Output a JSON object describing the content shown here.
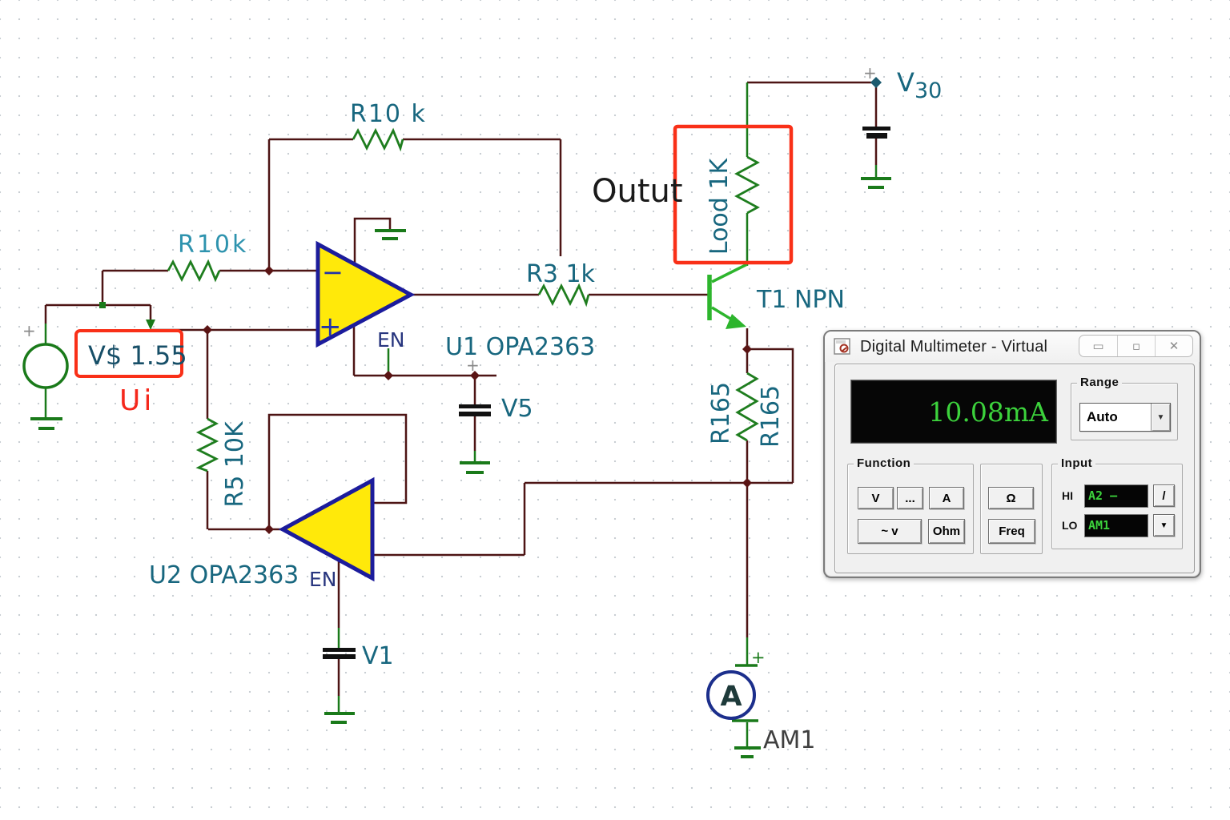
{
  "colors": {
    "wire": "#4d1414",
    "component_green": "#1e7d1e",
    "transistor_green": "#2db52d",
    "label_teal": "#18677f",
    "label_cyan": "#2e93ae",
    "annotation_red": "#f93018",
    "opamp_fill": "#ffe90a",
    "opamp_border": "#1c1c9c",
    "display_green": "#3cd23c",
    "ammeter_navy": "#1c2f8c"
  },
  "schematic": {
    "source": {
      "value": "V$ 1.55",
      "name": "Ui"
    },
    "resistors": {
      "input": "R10k",
      "feedback": "R10 k",
      "r3": "R3 1k",
      "r5": "R5 10K",
      "r165_left": "R165",
      "r165_right": "R165",
      "load": "Lood 1K"
    },
    "opamps": {
      "u1": "U1 OPA2363",
      "u1_en": "EN",
      "u2": "U2 OPA2363",
      "u2_en": "EN",
      "minus_pin": "−",
      "plus_pin": "+"
    },
    "supplies": {
      "v5": "V5",
      "v1": "V1",
      "v30_letter": "V",
      "v30_value": "30"
    },
    "transistor_label": "T1 NPN",
    "output_label": "Outut",
    "ammeter": {
      "name": "AM1",
      "symbol": "A"
    },
    "plus_mark": "+"
  },
  "multimeter": {
    "title": "Digital Multimeter - Virtual",
    "window_controls": {
      "minimize": "▭",
      "maximize": "▫",
      "close": "✕"
    },
    "display_value": "10.08mA",
    "range": {
      "label": "Range",
      "value": "Auto",
      "dropdown_icon": "▼"
    },
    "function": {
      "label": "Function",
      "buttons": [
        "V",
        "...",
        "A",
        "~ v",
        "Ohm"
      ]
    },
    "aux_buttons": [
      "Ω",
      "Freq"
    ],
    "input": {
      "label": "Input",
      "hi_label": "HI",
      "hi_value": "A2 —",
      "hi_button_icon": "/",
      "lo_label": "LO",
      "lo_value": "AM1",
      "lo_button_icon": "▼"
    }
  }
}
